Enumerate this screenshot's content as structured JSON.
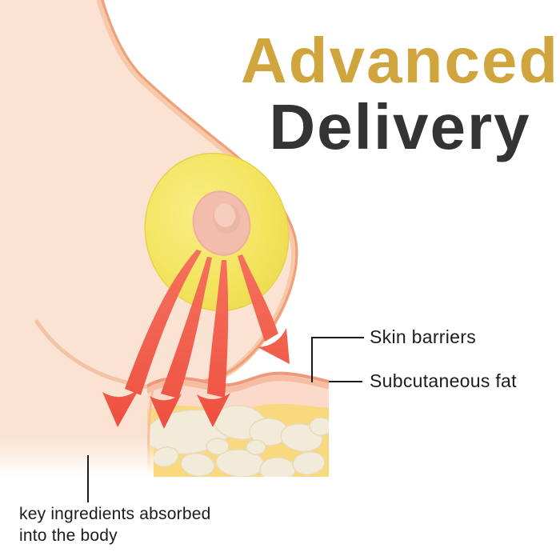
{
  "title": {
    "line1": "Advanced",
    "line2": "Delivery"
  },
  "annotations": {
    "skin_barriers": "Skin barriers",
    "subcutaneous_fat": "Subcutaneous fat",
    "key_ingredients": "key ingredients absorbed into the body"
  },
  "icons": {
    "absorption_arrow": "tapered-down-arrow"
  },
  "colors": {
    "background": "#FFFFFF",
    "title_accent_gold": "#D0A53E",
    "title_dark": "#333336",
    "label_text": "#1C1C1C",
    "connector_line": "#1B1B1B",
    "skin_fill": "#FBE3D3",
    "skin_outline": "#EEA079",
    "skin_outline_inner": "#F8C8AA",
    "underbreast_crease": "#F2C3A4",
    "patch_yellow": "#F2E256",
    "patch_yellow_light": "#F8ED85",
    "areola_pink": "#F3BCAD",
    "nipple_pink": "#F3C7B7",
    "arrow_red": "#EE4E3E",
    "arrow_red_light": "#F5735F",
    "barrier_line_salmon": "#EF987A",
    "dermis_pink": "#FBD9CB",
    "fat_layer_yellow": "#FAD87D",
    "fat_globule_cream": "#F3EBD9"
  }
}
